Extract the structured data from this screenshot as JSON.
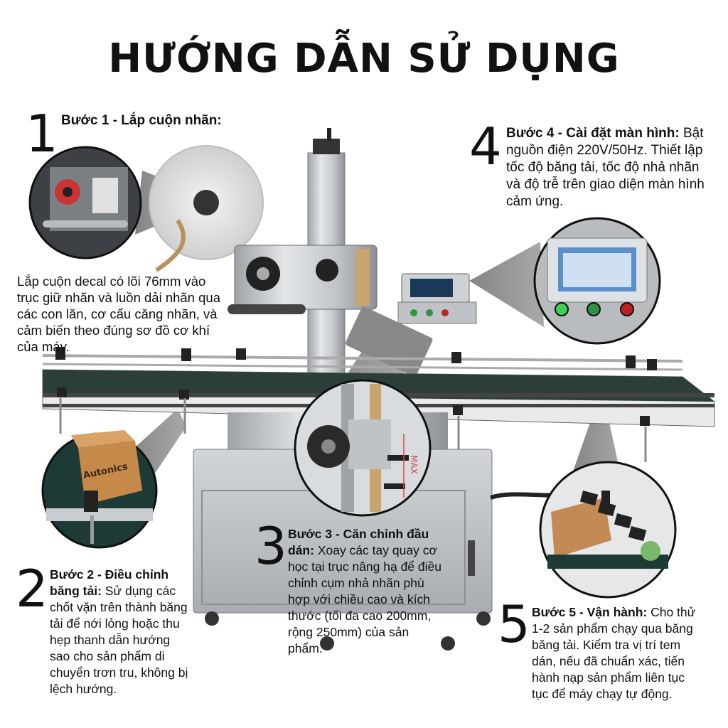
{
  "title": "HƯỚNG DẪN SỬ DỤNG",
  "steps": [
    {
      "num": "1",
      "heading": "Bước 1 - Lắp cuộn nhãn:",
      "body": "Lắp cuộn decal có lõi 76mm vào trục giữ nhãn và luồn dải nhãn qua các con lăn, cơ cấu căng nhãn, và cảm biến theo đúng sơ đồ cơ khí của máy."
    },
    {
      "num": "2",
      "heading": "Bước 2 - Điều chỉnh băng tải:",
      "body": "Sử dụng các chốt vặn trên thành băng tải để nới lỏng hoặc thu hẹp thanh dẫn hướng sao cho sản phẩm di chuyển trơn tru, không bị lệch hướng."
    },
    {
      "num": "3",
      "heading": "Bước 3 - Căn chỉnh đầu dán:",
      "body": "Xoay các tay quay cơ học tại trục nâng hạ để điều chỉnh cụm nhả nhãn phù hợp với chiều cao và kích thước (tối đa cao 200mm, rộng 250mm) của sản phẩm."
    },
    {
      "num": "4",
      "heading": "Bước 4 - Cài đặt màn hình:",
      "body": "Bật nguồn điện 220V/50Hz. Thiết lập tốc độ băng tải, tốc độ nhả nhãn và độ trễ trên giao diện màn hình cảm ứng."
    },
    {
      "num": "5",
      "heading": "Bước 5 - Vận hành:",
      "body": "Cho thử 1-2 sản phẩm chạy qua băng băng tải. Kiểm tra vị trí tem dán, nếu đã chuẩn xác, tiến hành nạp sản phẩm liên tục tục để máy chạy tự động."
    }
  ],
  "machine": {
    "box_label": "Autonics",
    "max_label": "MAX"
  }
}
